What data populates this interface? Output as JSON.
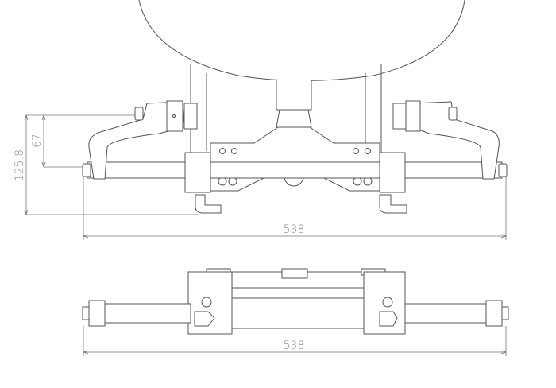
{
  "drawing": {
    "top_view": {
      "height_overall": "125.8",
      "height_partial": "67",
      "width_overall": "538"
    },
    "bottom_view": {
      "width_overall": "538"
    }
  }
}
